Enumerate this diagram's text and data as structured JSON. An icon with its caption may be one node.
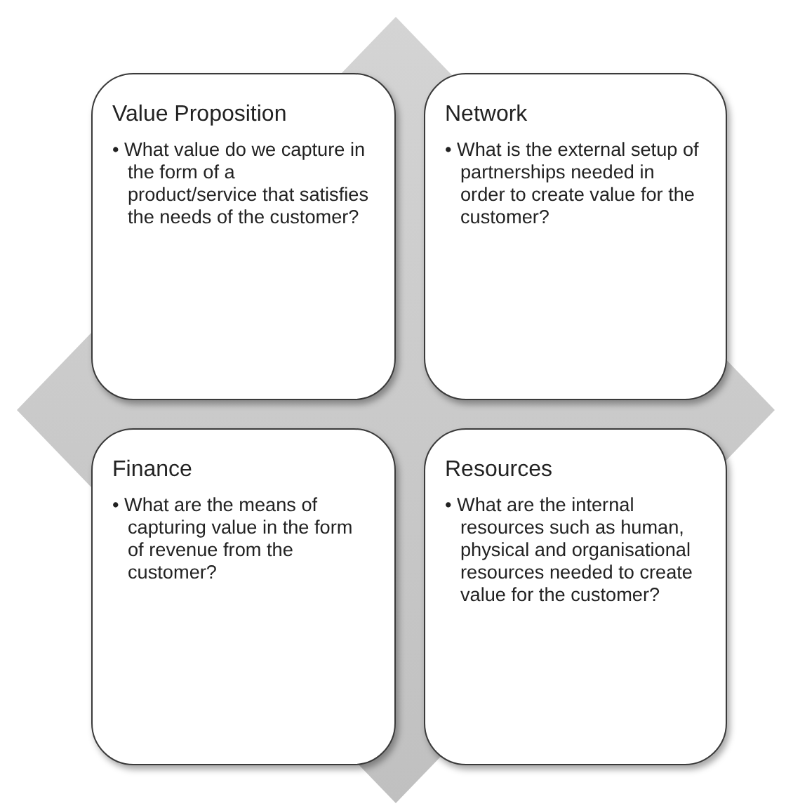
{
  "diagram": {
    "nodes": [
      {
        "text": [
          "Value Proposition",
          "• What value do we capture in the form of a product/service that satisfies the needs of the customer?"
        ]
      },
      {
        "text": [
          "Network",
          "• What is the external setup of partnerships needed in order to create value for the customer?"
        ]
      },
      {
        "text": [
          "Finance",
          "• What are the means of capturing value in the form of revenue from the customer?"
        ]
      },
      {
        "text": [
          "Resources",
          "• What are the internal resources such as human, physical and organisational resources needed to create value for the customer?"
        ]
      }
    ]
  }
}
